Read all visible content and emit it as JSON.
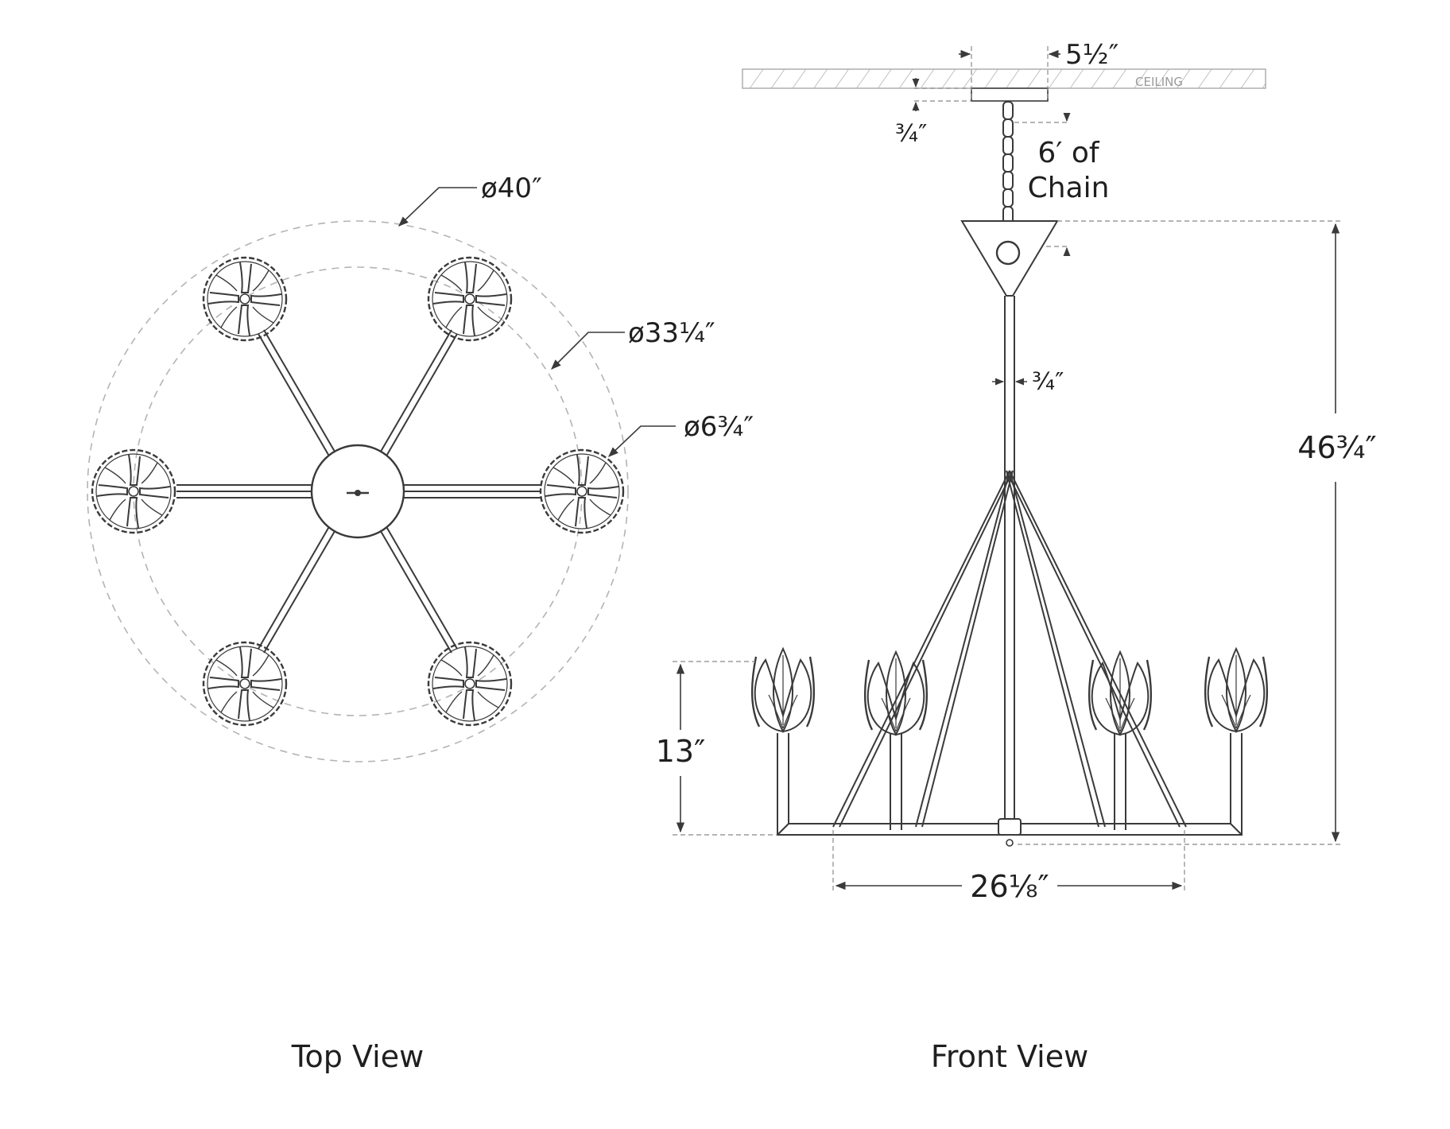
{
  "top_view": {
    "label": "Top View",
    "outer_diameter": "ø40″",
    "inner_diameter": "ø33¼″",
    "shade_diameter": "ø6¾″"
  },
  "front_view": {
    "label": "Front View",
    "canopy_width": "5½″",
    "ceiling_label": "CEILING",
    "canopy_height": "¾″",
    "chain_line1": "6′ of",
    "chain_line2": "Chain",
    "stem_width": "¾″",
    "overall_height": "46¾″",
    "arm_height": "13″",
    "arm_span": "26⅛″"
  },
  "colors": {
    "line": "#3a3a3a",
    "dashed": "#9c9c9c",
    "text": "#1f1f1f"
  }
}
